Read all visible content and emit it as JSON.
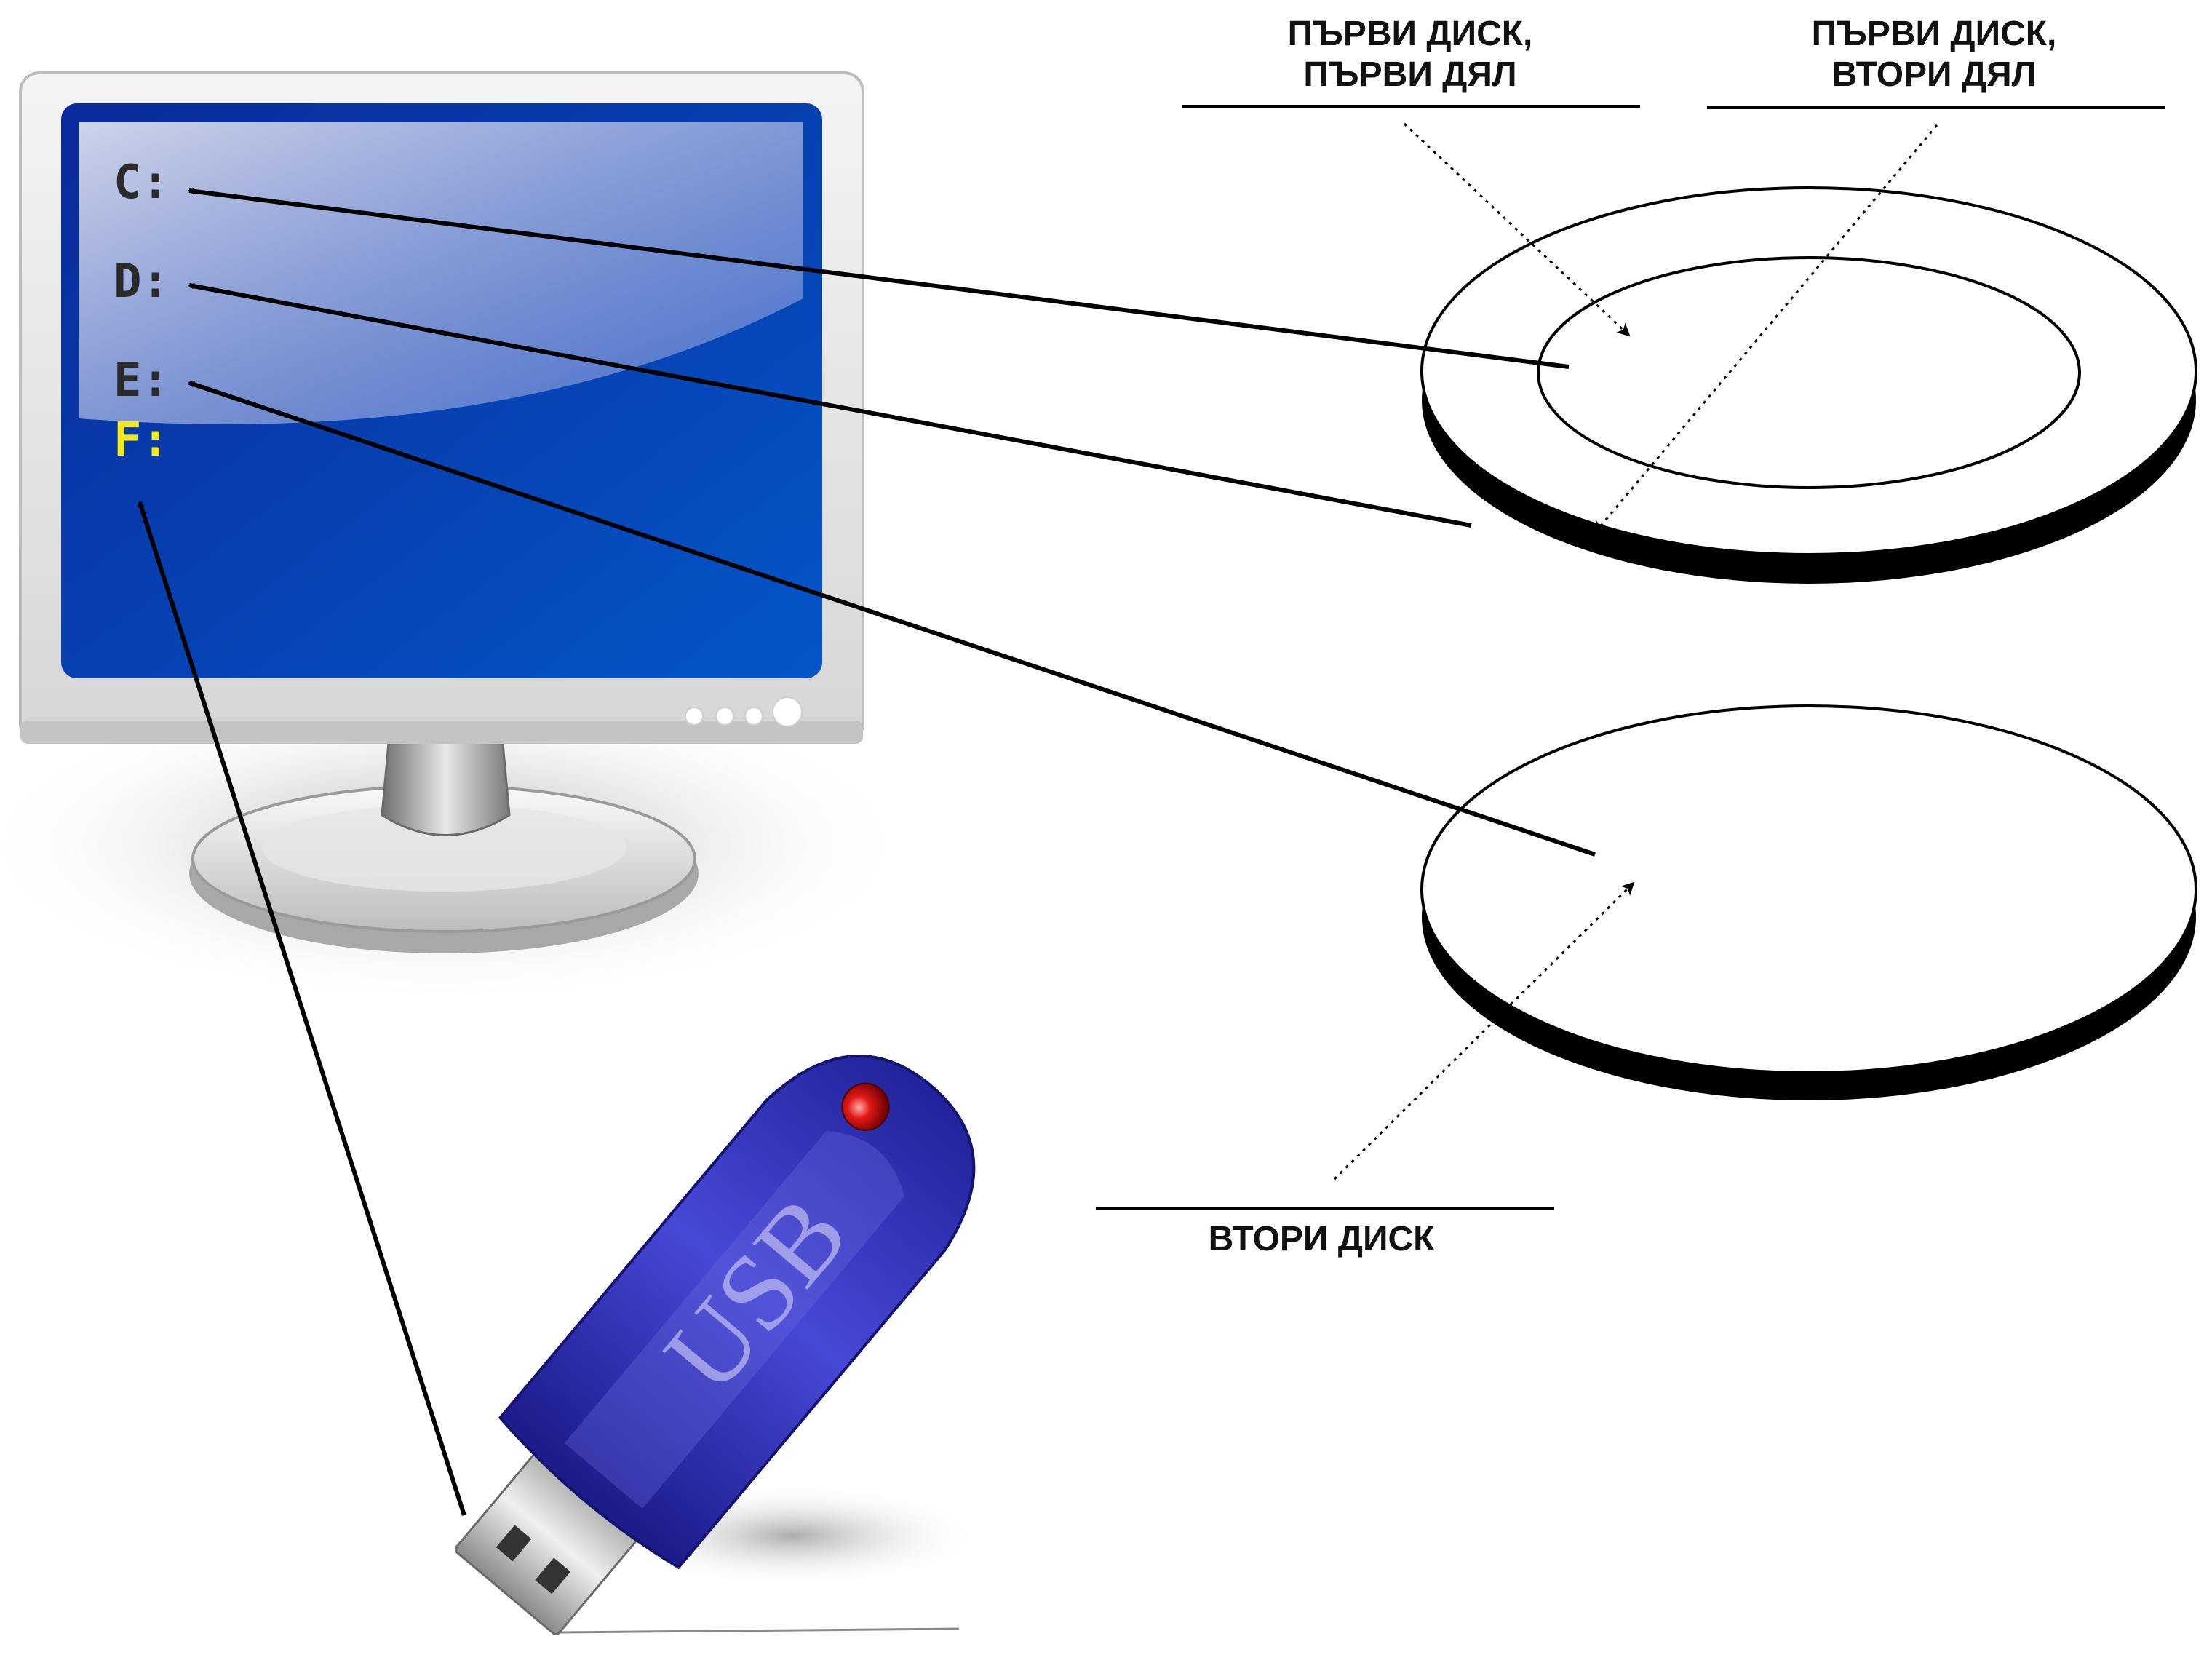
{
  "screen": {
    "drives": [
      {
        "id": "c",
        "label": "C:"
      },
      {
        "id": "d",
        "label": "D:"
      },
      {
        "id": "e",
        "label": "E:"
      },
      {
        "id": "f",
        "label": "F:"
      }
    ]
  },
  "labels": {
    "disk1_part1": [
      "ПЪРВИ ДИСК,",
      "ПЪРВИ ДЯЛ"
    ],
    "disk1_part2": [
      "ПЪРВИ ДИСК,",
      "ВТОРИ ДЯЛ"
    ],
    "disk2": "ВТОРИ ДИСК"
  },
  "usb": {
    "text": "USB"
  },
  "colors": {
    "screen_dark": "#0a2a9a",
    "screen_light": "#0050c8",
    "drive_text": "#2a2a2a",
    "usb_drive_letter": "#f2ea1a",
    "usb_body": "#2a2ab0",
    "usb_led": "#d01010",
    "line": "#000000"
  },
  "icons": {
    "monitor": "monitor-icon",
    "usb": "usb-flash-drive-icon",
    "disk": "disk-platter-icon"
  }
}
